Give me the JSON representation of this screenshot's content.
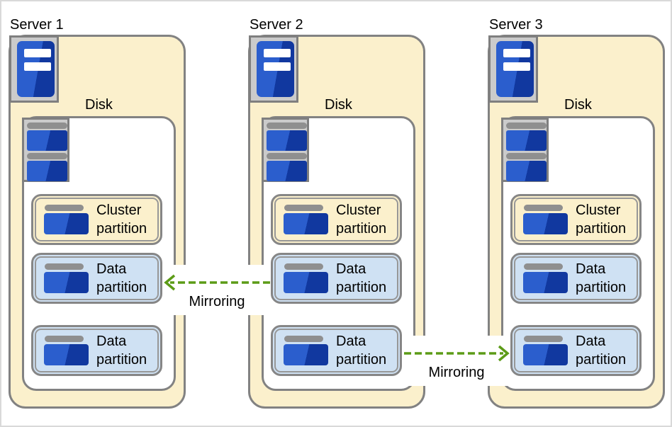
{
  "colors": {
    "server-fill": "#fbf0cc",
    "partition-cluster-fill": "#fbf0cc",
    "partition-data-fill": "#cfe1f3",
    "border-gray": "#828282",
    "icon-box-gray": "#cbcbcb",
    "icon-bar-gray": "#8f8f8f",
    "blue-light": "#2b5ecd",
    "blue-dark": "#11389f",
    "arrow-green": "#5c9b17"
  },
  "servers": [
    {
      "label": "Server 1",
      "disk_label": "Disk",
      "partitions": [
        {
          "type": "cluster",
          "label": "Cluster partition"
        },
        {
          "type": "data",
          "label": "Data partition"
        },
        {
          "type": "data",
          "label": "Data partition"
        }
      ]
    },
    {
      "label": "Server 2",
      "disk_label": "Disk",
      "partitions": [
        {
          "type": "cluster",
          "label": "Cluster partition"
        },
        {
          "type": "data",
          "label": "Data partition"
        },
        {
          "type": "data",
          "label": "Data partition"
        }
      ]
    },
    {
      "label": "Server 3",
      "disk_label": "Disk",
      "partitions": [
        {
          "type": "cluster",
          "label": "Cluster partition"
        },
        {
          "type": "data",
          "label": "Data partition"
        },
        {
          "type": "data",
          "label": "Data partition"
        }
      ]
    }
  ],
  "arrows": [
    {
      "label": "Mirroring",
      "direction": "left",
      "from": "Server 2 data partition 1",
      "to": "Server 1 data partition 1"
    },
    {
      "label": "Mirroring",
      "direction": "right",
      "from": "Server 2 data partition 2",
      "to": "Server 3 data partition 2"
    }
  ]
}
